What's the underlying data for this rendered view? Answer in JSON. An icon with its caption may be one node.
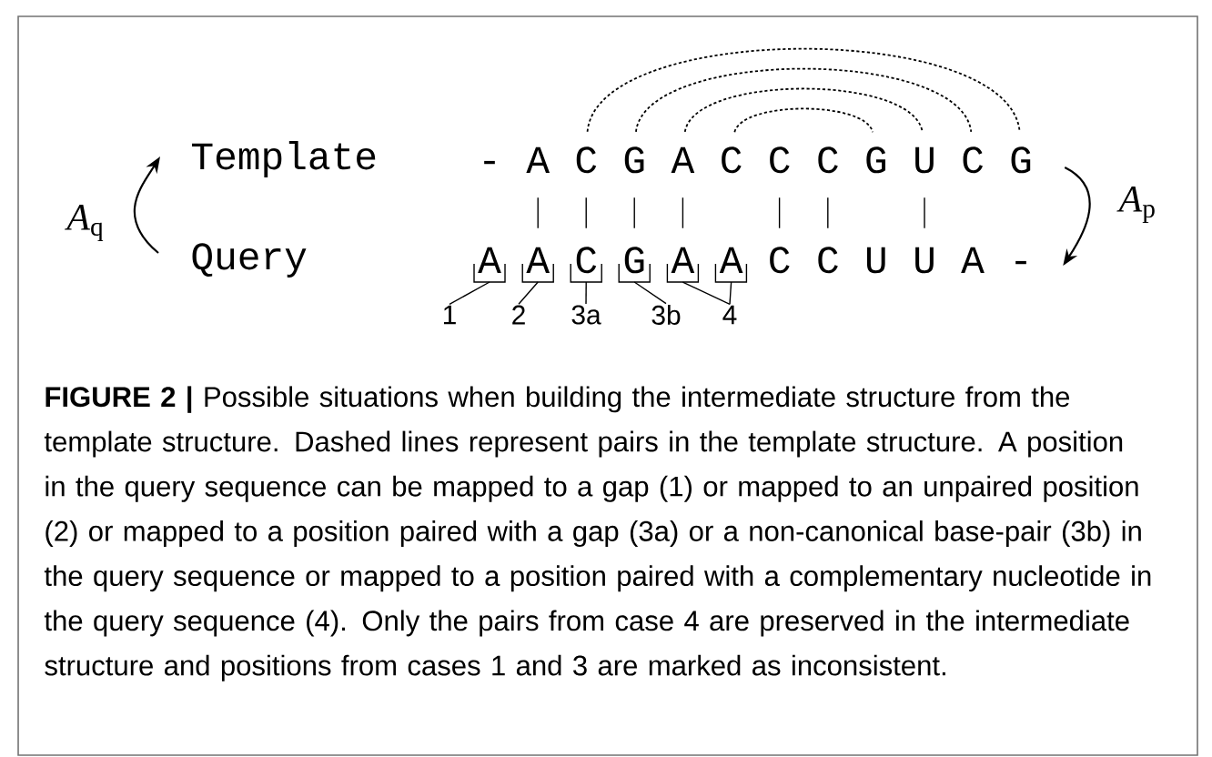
{
  "diagram": {
    "caption": "**FIGURE 2 |** Possible situations when building the intermediate structure from the template structure. Dashed lines represent pairs in the template structure. A position in the query sequence can be mapped to a gap (1) or mapped to an unpaired position (2) or mapped to a position paired with a gap (3a) or a non-canonical base-pair (3b) in the query sequence or mapped to a position paired with a complementary nucleotide in the query sequence (4). Only the pairs from case 4 are preserved in the intermediate structure and positions from cases 1 and 3 are marked as inconsistent.",
    "nodes": [
      {
        "text": [
          "Template"
        ]
      },
      {
        "text": [
          "-"
        ]
      },
      {
        "text": [
          "A"
        ]
      },
      {
        "text": [
          "C"
        ]
      },
      {
        "text": [
          "G"
        ]
      },
      {
        "text": [
          "A"
        ]
      },
      {
        "text": [
          "C"
        ]
      },
      {
        "text": [
          "C"
        ]
      },
      {
        "text": [
          "C"
        ]
      },
      {
        "text": [
          "G"
        ]
      },
      {
        "text": [
          "U"
        ]
      },
      {
        "text": [
          "C"
        ]
      },
      {
        "text": [
          "G"
        ]
      },
      {
        "text": [
          "Query"
        ]
      },
      {
        "text": [
          "A"
        ]
      },
      {
        "text": [
          "A"
        ]
      },
      {
        "text": [
          "C"
        ]
      },
      {
        "text": [
          "G"
        ]
      },
      {
        "text": [
          "A"
        ]
      },
      {
        "text": [
          "A"
        ]
      },
      {
        "text": [
          "C"
        ]
      },
      {
        "text": [
          "C"
        ]
      },
      {
        "text": [
          "U"
        ]
      },
      {
        "text": [
          "U"
        ]
      },
      {
        "text": [
          "A"
        ]
      },
      {
        "text": [
          "-"
        ]
      },
      {
        "text": [
          "1"
        ]
      },
      {
        "text": [
          "2"
        ]
      },
      {
        "text": [
          "3a"
        ]
      },
      {
        "text": [
          "3b"
        ]
      },
      {
        "text": [
          "4"
        ]
      }
    ],
    "edges": [
      {
        "from": 3,
        "to": 12,
        "arrow": "none",
        "style": "dashed"
      },
      {
        "from": 4,
        "to": 11,
        "arrow": "none",
        "style": "dashed"
      },
      {
        "from": 5,
        "to": 10,
        "arrow": "none",
        "style": "dashed"
      },
      {
        "from": 6,
        "to": 9,
        "arrow": "none",
        "style": "dashed"
      },
      {
        "from": 2,
        "to": 15,
        "arrow": "none"
      },
      {
        "from": 3,
        "to": 16,
        "arrow": "none"
      },
      {
        "from": 4,
        "to": 17,
        "arrow": "none"
      },
      {
        "from": 5,
        "to": 18,
        "arrow": "none"
      },
      {
        "from": 7,
        "to": 20,
        "arrow": "none"
      },
      {
        "from": 8,
        "to": 21,
        "arrow": "none"
      },
      {
        "from": 10,
        "to": 23,
        "arrow": "none"
      },
      {
        "from": 13,
        "to": 0,
        "arrow": "to",
        "label": "*A*$_{q}$"
      },
      {
        "from": 12,
        "to": 25,
        "arrow": "to",
        "label": "*A*$_{p}$"
      },
      {
        "from": 26,
        "to": 14,
        "arrow": "none"
      },
      {
        "from": 27,
        "to": 15,
        "arrow": "none"
      },
      {
        "from": 28,
        "to": 16,
        "arrow": "none"
      },
      {
        "from": 29,
        "to": 17,
        "arrow": "none"
      },
      {
        "from": 30,
        "to": 18,
        "arrow": "none"
      },
      {
        "from": 30,
        "to": 19,
        "arrow": "none"
      }
    ]
  }
}
